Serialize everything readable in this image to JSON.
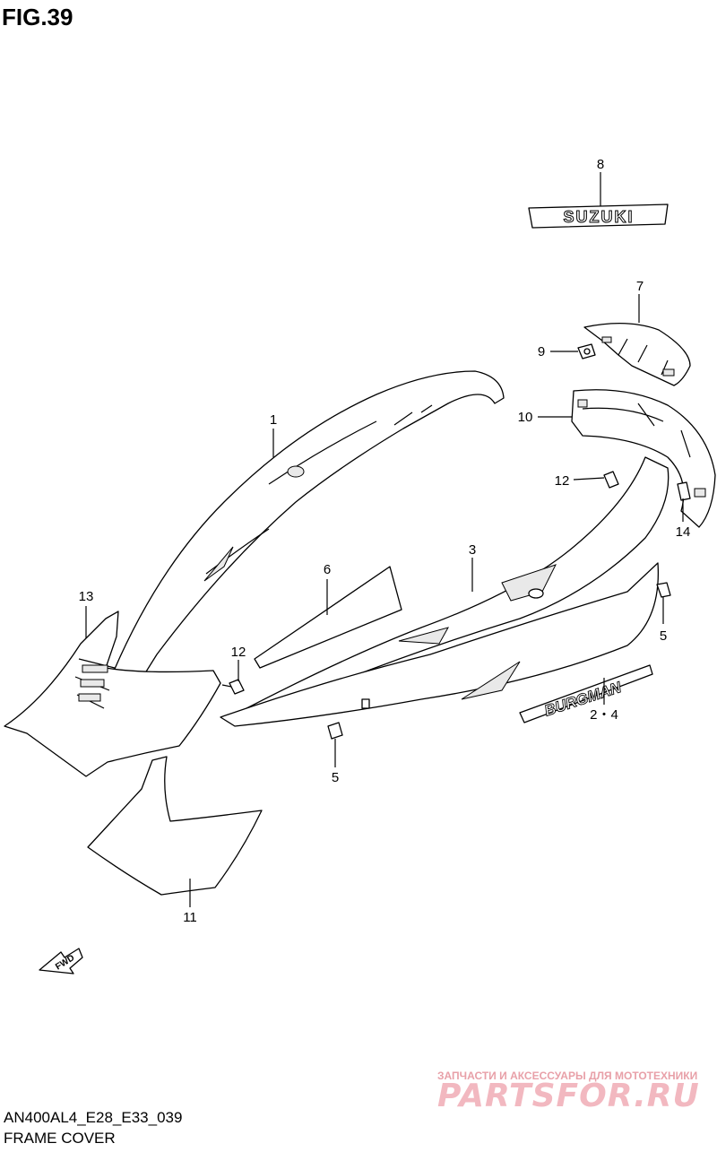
{
  "header": {
    "figure_title": "FIG.39"
  },
  "footer": {
    "diagram_code": "AN400AL4_E28_E33_039",
    "caption": "FRAME COVER"
  },
  "watermark": {
    "tagline": "ЗАПЧАСТИ И АКСЕССУАРЫ ДЛЯ МОТОТЕХНИКИ",
    "brand": "PARTSFOR.RU"
  },
  "emblems": {
    "suzuki": "SUZUKI",
    "burgman": "BURGMAN"
  },
  "direction_arrow": {
    "label": "FWD"
  },
  "callouts": {
    "c1": "1",
    "c2_4": "2・4",
    "c3": "3",
    "c5a": "5",
    "c5b": "5",
    "c6": "6",
    "c7": "7",
    "c8": "8",
    "c9": "9",
    "c10": "10",
    "c11": "11",
    "c12a": "12",
    "c12b": "12",
    "c13": "13",
    "c14": "14"
  },
  "colors": {
    "line": "#000000",
    "watermark": "#f2b8c0",
    "background": "#ffffff"
  }
}
